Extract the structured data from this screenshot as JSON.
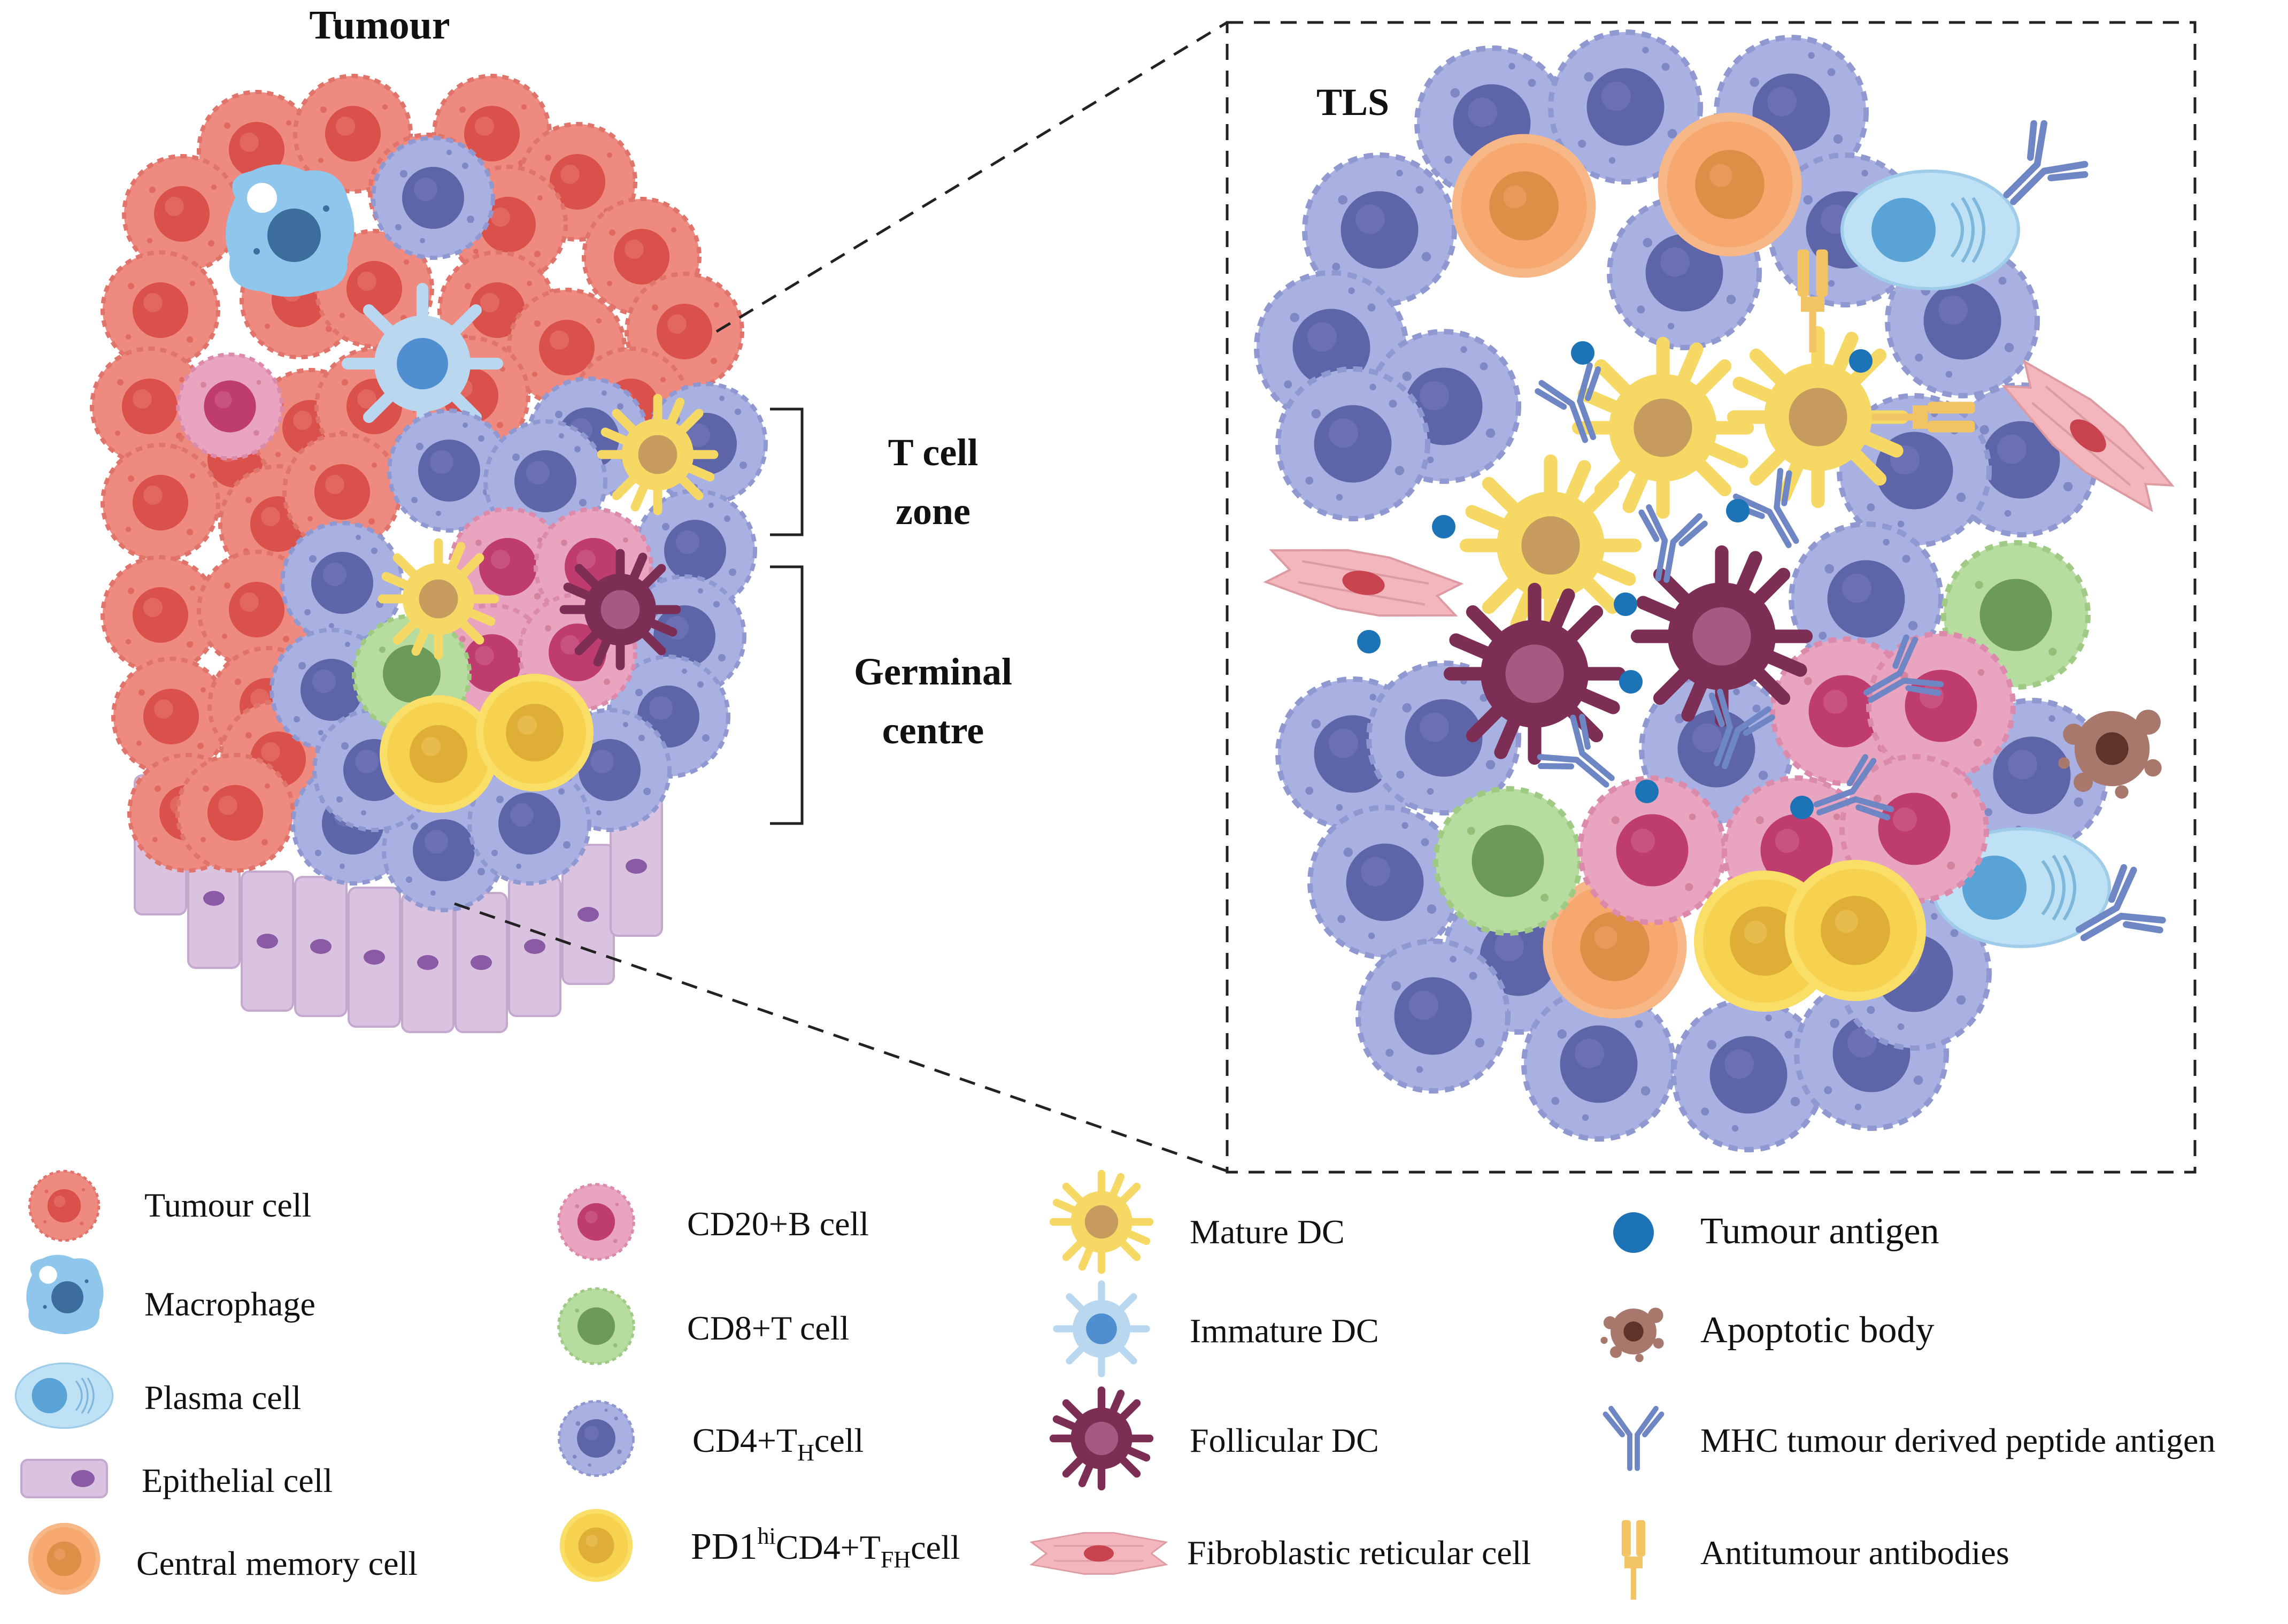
{
  "tumour_title": "Tumour",
  "tls_title": "TLS",
  "t_cell_zone": {
    "line1": "T cell",
    "line2": "zone"
  },
  "germinal_centre": {
    "line1": "Germinal",
    "line2": "centre"
  },
  "legend": {
    "tumour_cell": "Tumour cell",
    "macrophage": "Macrophage",
    "plasma_cell": "Plasma cell",
    "epithelial_cell": "Epithelial cell",
    "central_memory_cell": "Central memory cell",
    "cd20_b_cell": "CD20+B cell",
    "cd8_t_cell": "CD8+T cell",
    "cd4_th_cell": {
      "main": "CD4+T",
      "sub": "H",
      "tail": "cell"
    },
    "pd1_cd4_tfh_cell": {
      "pre": "PD1",
      "sup": "hi",
      "mid": "CD4+T",
      "sub": "FH",
      "tail": "cell"
    },
    "mature_dc": "Mature DC",
    "immature_dc": "Immature DC",
    "follicular_dc": "Follicular DC",
    "fibroblastic_reticular_cell": "Fibroblastic reticular cell",
    "tumour_antigen": "Tumour antigen",
    "apoptotic_body": "Apoptotic body",
    "mhc_antigen": "MHC tumour derived peptide antigen",
    "antitumour_antibodies": "Antitumour antibodies"
  },
  "colors": {
    "tumour": "#ef8a80",
    "tumour_nucleus": "#d9514a",
    "cd4": "#a9b1e2",
    "cd4_nucleus": "#5e64a8",
    "b_cell": "#e9a4bf",
    "b_cell_nucleus": "#bf3d6e",
    "cd8": "#b7dc9f",
    "cd8_nucleus": "#6c9a58",
    "tfh": "#f9de68",
    "tfh_nucleus": "#dfae36",
    "memory": "#f8b787",
    "memory_nucleus": "#df8e48",
    "mature_dc": "#f6d865",
    "mature_dc_nucleus": "#c79b5e",
    "immature_dc": "#b9d8f0",
    "immature_dc_nucleus": "#4f8fcf",
    "follicular_dc": "#7d2e55",
    "follicular_dc_nucleus": "#a65a82",
    "macrophage": "#8fc6ec",
    "macrophage_nucleus": "#3c6d9c",
    "plasma": "#bfe1f5",
    "plasma_nucleus": "#5aa3d6",
    "epithelial": "#d9c3e0",
    "epithelial_nucleus": "#8a5aa4",
    "fibroblast": "#f2b6bc",
    "fibroblast_nucleus": "#c9434f",
    "antigen": "#1c73b5",
    "apoptotic": "#a9786c",
    "mhc": "#6f86c4",
    "antibody": "#f3c463"
  }
}
